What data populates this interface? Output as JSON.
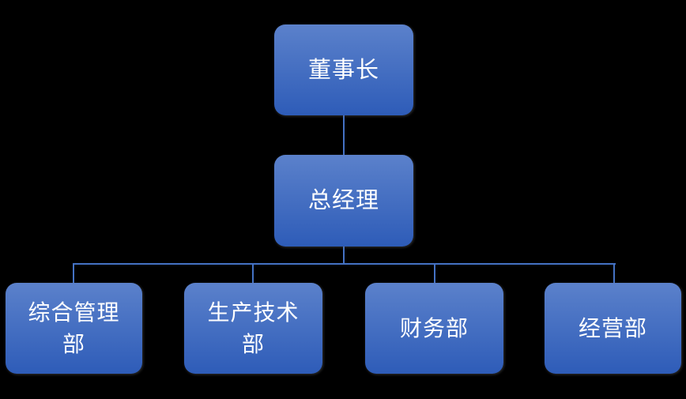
{
  "colors": {
    "canvas_background": "#000000",
    "box_gradient_top": "#5b81cb",
    "box_gradient_bottom": "#2e5cb8",
    "connector_line": "#4472c4",
    "label_text": "#ffffff"
  },
  "org_chart": {
    "root": {
      "label": "董事长"
    },
    "manager": {
      "label": "总经理"
    },
    "departments": [
      {
        "label": "综合管理部"
      },
      {
        "label": "生产技术部"
      },
      {
        "label": "财务部"
      },
      {
        "label": "经营部"
      }
    ]
  }
}
